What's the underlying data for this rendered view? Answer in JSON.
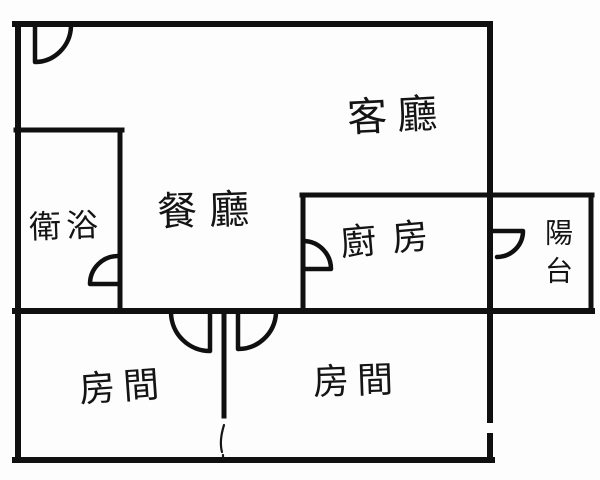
{
  "floorplan": {
    "background_color": "#fdfdfd",
    "wall_color": "#101010",
    "rooms": [
      {
        "id": "living-room",
        "label": "客廳"
      },
      {
        "id": "dining-room",
        "label": "餐廳"
      },
      {
        "id": "bathroom",
        "label": "衛浴"
      },
      {
        "id": "kitchen",
        "label": "廚房"
      },
      {
        "id": "balcony",
        "label": "陽台"
      },
      {
        "id": "bedroom-left",
        "label": "房間"
      },
      {
        "id": "bedroom-right",
        "label": "房間"
      }
    ],
    "door_icons": [
      "entrance-door-swing-icon",
      "bathroom-door-swing-icon",
      "kitchen-door-swing-icon",
      "balcony-door-swing-icon",
      "bedroom-left-door-swing-icon",
      "bedroom-right-door-swing-icon"
    ]
  }
}
